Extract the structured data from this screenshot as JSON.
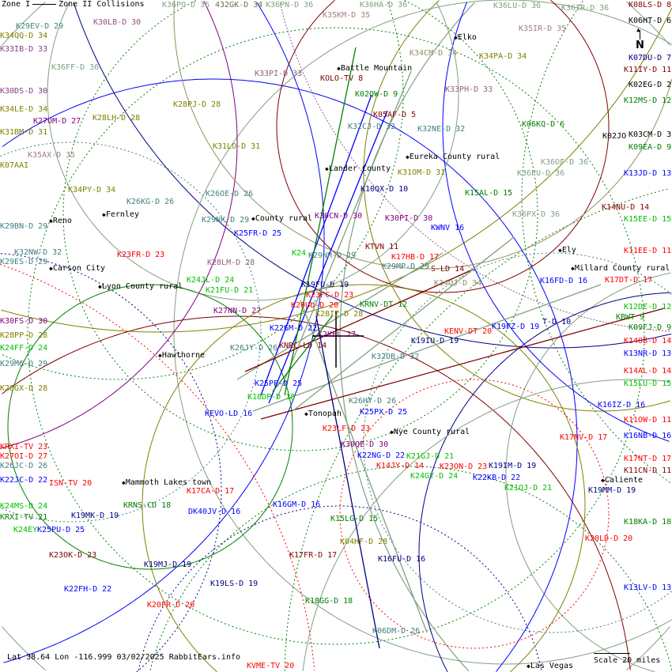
{
  "legend": {
    "zone1": "Zone I",
    "zone2": "Zone II",
    "collisions": "Collisions"
  },
  "footer": "Lat 38.64 Lon -116.999 03/02/2025 RabbitEars.info",
  "scale": "Scale 20 miles",
  "north": "N",
  "cities": [
    "Elko",
    "Battle Mountain",
    "Eureka County rural",
    "Lander County",
    "Fernley",
    "County rural",
    "Reno",
    "Carson City",
    "Lyon County rural",
    "Ely",
    "Millard County rural",
    "Hawthorne",
    "Tonopah",
    "Nye County rural",
    "Mammoth Lakes town",
    "Caliente",
    "Las Vegas"
  ],
  "stations": [
    {
      "label": "K29EV-D 29",
      "color": "#408080"
    },
    {
      "label": "K30LB-D 30",
      "color": "#905080"
    },
    {
      "label": "K34QQ-D 34",
      "color": "#808000"
    },
    {
      "label": "K33IB-D 33",
      "color": "#804080"
    },
    {
      "label": "K36FF-D 36",
      "color": "#80a080"
    },
    {
      "label": "K30DS-D 30",
      "color": "#804080"
    },
    {
      "label": "K34LE-D 34",
      "color": "#808000"
    },
    {
      "label": "K27OM-D 27",
      "color": "#800080"
    },
    {
      "label": "K28LH-D 28",
      "color": "#808000"
    },
    {
      "label": "K28PJ-D 28",
      "color": "#808000"
    },
    {
      "label": "K31BM-D 31",
      "color": "#808000"
    },
    {
      "label": "K35AX-D 35",
      "color": "#a08080"
    },
    {
      "label": "K07AAI",
      "color": "#808000"
    },
    {
      "label": "K33PI-D 33",
      "color": "#906080"
    },
    {
      "label": "K31LO-D 31",
      "color": "#808000"
    },
    {
      "label": "K36PO-D 36",
      "color": "#80a080"
    },
    {
      "label": "432GK-D 34",
      "color": "#707050"
    },
    {
      "label": "K36PN-D 36",
      "color": "#80a080"
    },
    {
      "label": "K35KM-D 35",
      "color": "#a08080"
    },
    {
      "label": "K36HA-D 36",
      "color": "#80a080"
    },
    {
      "label": "K36LU-D 36",
      "color": "#80a080"
    },
    {
      "label": "K36IR-D 36",
      "color": "#80a080"
    },
    {
      "label": "K08LS-D 8",
      "color": "#800000"
    },
    {
      "label": "K06HT-D 6",
      "color": "#000000"
    },
    {
      "label": "K35IR-D 35",
      "color": "#a08080"
    },
    {
      "label": "K34CM-D 34",
      "color": "#909060"
    },
    {
      "label": "K34PA-D 34",
      "color": "#808000"
    },
    {
      "label": "KOLO-TV 8",
      "color": "#800000"
    },
    {
      "label": "K33PH-D 33",
      "color": "#906080"
    },
    {
      "label": "K02QW-D 9",
      "color": "#008000"
    },
    {
      "label": "K05AF-D 5",
      "color": "#800000"
    },
    {
      "label": "K32CJ-D 32",
      "color": "#408080"
    },
    {
      "label": "K32NE-D 32",
      "color": "#408080"
    },
    {
      "label": "K06KQ-D 6",
      "color": "#008000"
    },
    {
      "label": "K02JO",
      "color": "#000000"
    },
    {
      "label": "K31OM-D 31",
      "color": "#808000"
    },
    {
      "label": "K36OF-D 36",
      "color": "#80a080"
    },
    {
      "label": "K36PU-D 36",
      "color": "#80a080"
    },
    {
      "label": "K10QX-D 10",
      "color": "#000080"
    },
    {
      "label": "K15AL-D 15",
      "color": "#008000"
    },
    {
      "label": "K26KG-D 26",
      "color": "#408080"
    },
    {
      "label": "K34PY-D 34",
      "color": "#808000"
    },
    {
      "label": "K26OE-D 26",
      "color": "#408080"
    },
    {
      "label": "K29NK-D 29",
      "color": "#408080"
    },
    {
      "label": "K30CN-D 30",
      "color": "#800080"
    },
    {
      "label": "K30PI-D 30",
      "color": "#800080"
    },
    {
      "label": "KWNV 16",
      "color": "#0000ff"
    },
    {
      "label": "K36PX-D 36",
      "color": "#80a080"
    },
    {
      "label": "K29BN-D 29",
      "color": "#408080"
    },
    {
      "label": "K25FR-D 25",
      "color": "#0000ff"
    },
    {
      "label": "K23FR-D 23",
      "color": "#ff0000"
    },
    {
      "label": "K32NW-D 32",
      "color": "#408080"
    },
    {
      "label": "K29ES-D 29",
      "color": "#408080"
    },
    {
      "label": "K28LM-D 28",
      "color": "#906080"
    },
    {
      "label": "K24",
      "color": "#00c000"
    },
    {
      "label": "K29NH-D 29",
      "color": "#408080"
    },
    {
      "label": "KTVN 11",
      "color": "#800000"
    },
    {
      "label": "K17HB-D 17",
      "color": "#ff0000"
    },
    {
      "label": "K29MP-D 29",
      "color": "#408080"
    },
    {
      "label": "S-LD 14",
      "color": "#800000"
    },
    {
      "label": "K16FD-D 16",
      "color": "#0000ff"
    },
    {
      "label": "K17DT-D 17",
      "color": "#ff0000"
    },
    {
      "label": "K24JL-D 24",
      "color": "#00c000"
    },
    {
      "label": "K21FU-D 21",
      "color": "#00c000"
    },
    {
      "label": "K19FU-D 19",
      "color": "#000080"
    },
    {
      "label": "K23FC-D 23",
      "color": "#ff0000"
    },
    {
      "label": "K34QJ-D 34",
      "color": "#909060"
    },
    {
      "label": "K20UU-D 20",
      "color": "#ff0000"
    },
    {
      "label": "KRNV-DT 12",
      "color": "#008000"
    },
    {
      "label": "K28IZ-D 28",
      "color": "#808000"
    },
    {
      "label": "K27NN-D 27",
      "color": "#800080"
    },
    {
      "label": "K30FS-D 30",
      "color": "#800080"
    },
    {
      "label": "K28PP-D 28",
      "color": "#808000"
    },
    {
      "label": "K22GM-D 22",
      "color": "#0000ff"
    },
    {
      "label": "KENV-DT 20",
      "color": "#ff0000"
    },
    {
      "label": "K19FZ-D 19",
      "color": "#0000ff"
    },
    {
      "label": "T-D 10",
      "color": "#000080"
    },
    {
      "label": "KBWT 9",
      "color": "#008000"
    },
    {
      "label": "K2KEL 27",
      "color": "#800080"
    },
    {
      "label": "K19IU-D 19",
      "color": "#000080"
    },
    {
      "label": "KNRC-LD 14",
      "color": "#800000"
    },
    {
      "label": "K26JY-D 26",
      "color": "#408080"
    },
    {
      "label": "K24FF-D 24",
      "color": "#00c000"
    },
    {
      "label": "K32OB-D 32",
      "color": "#408080"
    },
    {
      "label": "K29MG-D 29",
      "color": "#408080"
    },
    {
      "label": "K25PP-D 25",
      "color": "#0000ff"
    },
    {
      "label": "K26GX-D 28",
      "color": "#808000"
    },
    {
      "label": "K18DP-D 18",
      "color": "#00c000"
    },
    {
      "label": "K26HY-D 26",
      "color": "#408080"
    },
    {
      "label": "K25PX-D 25",
      "color": "#0000ff"
    },
    {
      "label": "KEVO-LD 16",
      "color": "#0000ff"
    },
    {
      "label": "K23LF-D 23",
      "color": "#ff0000"
    },
    {
      "label": "K30QE-D 30",
      "color": "#800080"
    },
    {
      "label": "KRXI-TV 23",
      "color": "#ff0000"
    },
    {
      "label": "K27OI-D 27",
      "color": "#ff0000"
    },
    {
      "label": "K26JC-D 26",
      "color": "#408080"
    },
    {
      "label": "K22NG-D 22",
      "color": "#0000ff"
    },
    {
      "label": "K21GJ-D 21",
      "color": "#00c000"
    },
    {
      "label": "K23ON-D 23",
      "color": "#ff0000"
    },
    {
      "label": "K14JY-D 14",
      "color": "#ff0000"
    },
    {
      "label": "K19IM-D 19",
      "color": "#000080"
    },
    {
      "label": "K24GY-D 24",
      "color": "#00c000"
    },
    {
      "label": "K22KB-D 22",
      "color": "#0000ff"
    },
    {
      "label": "K22JC-D 22",
      "color": "#0000ff"
    },
    {
      "label": "ISN-TV 20",
      "color": "#ff0000"
    },
    {
      "label": "K17NV-D 17",
      "color": "#ff0000"
    },
    {
      "label": "K21OJ-D 21",
      "color": "#00c000"
    },
    {
      "label": "K19MM-D 19",
      "color": "#000080"
    },
    {
      "label": "K17CA-D 17",
      "color": "#ff0000"
    },
    {
      "label": "K24MS-D 24",
      "color": "#00c000"
    },
    {
      "label": "KRNS-CD 18",
      "color": "#008000"
    },
    {
      "label": "K16GM-D 16",
      "color": "#0000ff"
    },
    {
      "label": "DK40JV-D 16",
      "color": "#0000ff"
    },
    {
      "label": "K19MK-D 19",
      "color": "#000080"
    },
    {
      "label": "KRXI-TV 21",
      "color": "#008000"
    },
    {
      "label": "K15LG-D 15",
      "color": "#008000"
    },
    {
      "label": "K24EY",
      "color": "#00c000"
    },
    {
      "label": "K25PU-D 25",
      "color": "#0000ff"
    },
    {
      "label": "K04HF-D 28",
      "color": "#808000"
    },
    {
      "label": "K23OK-D 23",
      "color": "#800000"
    },
    {
      "label": "K17FR-D 17",
      "color": "#800000"
    },
    {
      "label": "K16FU-D 16",
      "color": "#000080"
    },
    {
      "label": "K19MJ-D 19",
      "color": "#000080"
    },
    {
      "label": "K19LS-D 19",
      "color": "#000080"
    },
    {
      "label": "K22FH-D 22",
      "color": "#0000ff"
    },
    {
      "label": "K20FR-D 20",
      "color": "#ff0000"
    },
    {
      "label": "K18GG-D 18",
      "color": "#008000"
    },
    {
      "label": "K06DM-D 26",
      "color": "#408080"
    },
    {
      "label": "KVME-TV 20",
      "color": "#ff0000"
    },
    {
      "label": "K07DU-D 7",
      "color": "#000080"
    },
    {
      "label": "K11IY-D 11",
      "color": "#800000"
    },
    {
      "label": "K02EG-D 2",
      "color": "#000000"
    },
    {
      "label": "K12MS-D 12",
      "color": "#008000"
    },
    {
      "label": "K03CM-D 3",
      "color": "#000000"
    },
    {
      "label": "K09EA-D 9",
      "color": "#008000"
    },
    {
      "label": "K13JD-D 13",
      "color": "#0000ff"
    },
    {
      "label": "K14NU-D 14",
      "color": "#800000"
    },
    {
      "label": "K15EE-D 15",
      "color": "#00c000"
    },
    {
      "label": "K11EE-D 11",
      "color": "#ff0000"
    },
    {
      "label": "K12DE-D 12",
      "color": "#00c000"
    },
    {
      "label": "K09FJ-D 9",
      "color": "#008000"
    },
    {
      "label": "K14OB-D 14",
      "color": "#ff0000"
    },
    {
      "label": "K13NR-D 13",
      "color": "#0000ff"
    },
    {
      "label": "K14AL-D 14",
      "color": "#ff0000"
    },
    {
      "label": "K15LU-D 15",
      "color": "#00c000"
    },
    {
      "label": "K16IZ-D 16",
      "color": "#0000ff"
    },
    {
      "label": "K11OW-D 11",
      "color": "#ff0000"
    },
    {
      "label": "K16NB-D 16",
      "color": "#0000ff"
    },
    {
      "label": "K17NT-D 17",
      "color": "#ff0000"
    },
    {
      "label": "K11CN-D 11",
      "color": "#800000"
    },
    {
      "label": "K18KA-D 18",
      "color": "#008000"
    },
    {
      "label": "K20LD-D 20",
      "color": "#ff0000"
    },
    {
      "label": "K13LV-D 13",
      "color": "#0000ff"
    }
  ]
}
